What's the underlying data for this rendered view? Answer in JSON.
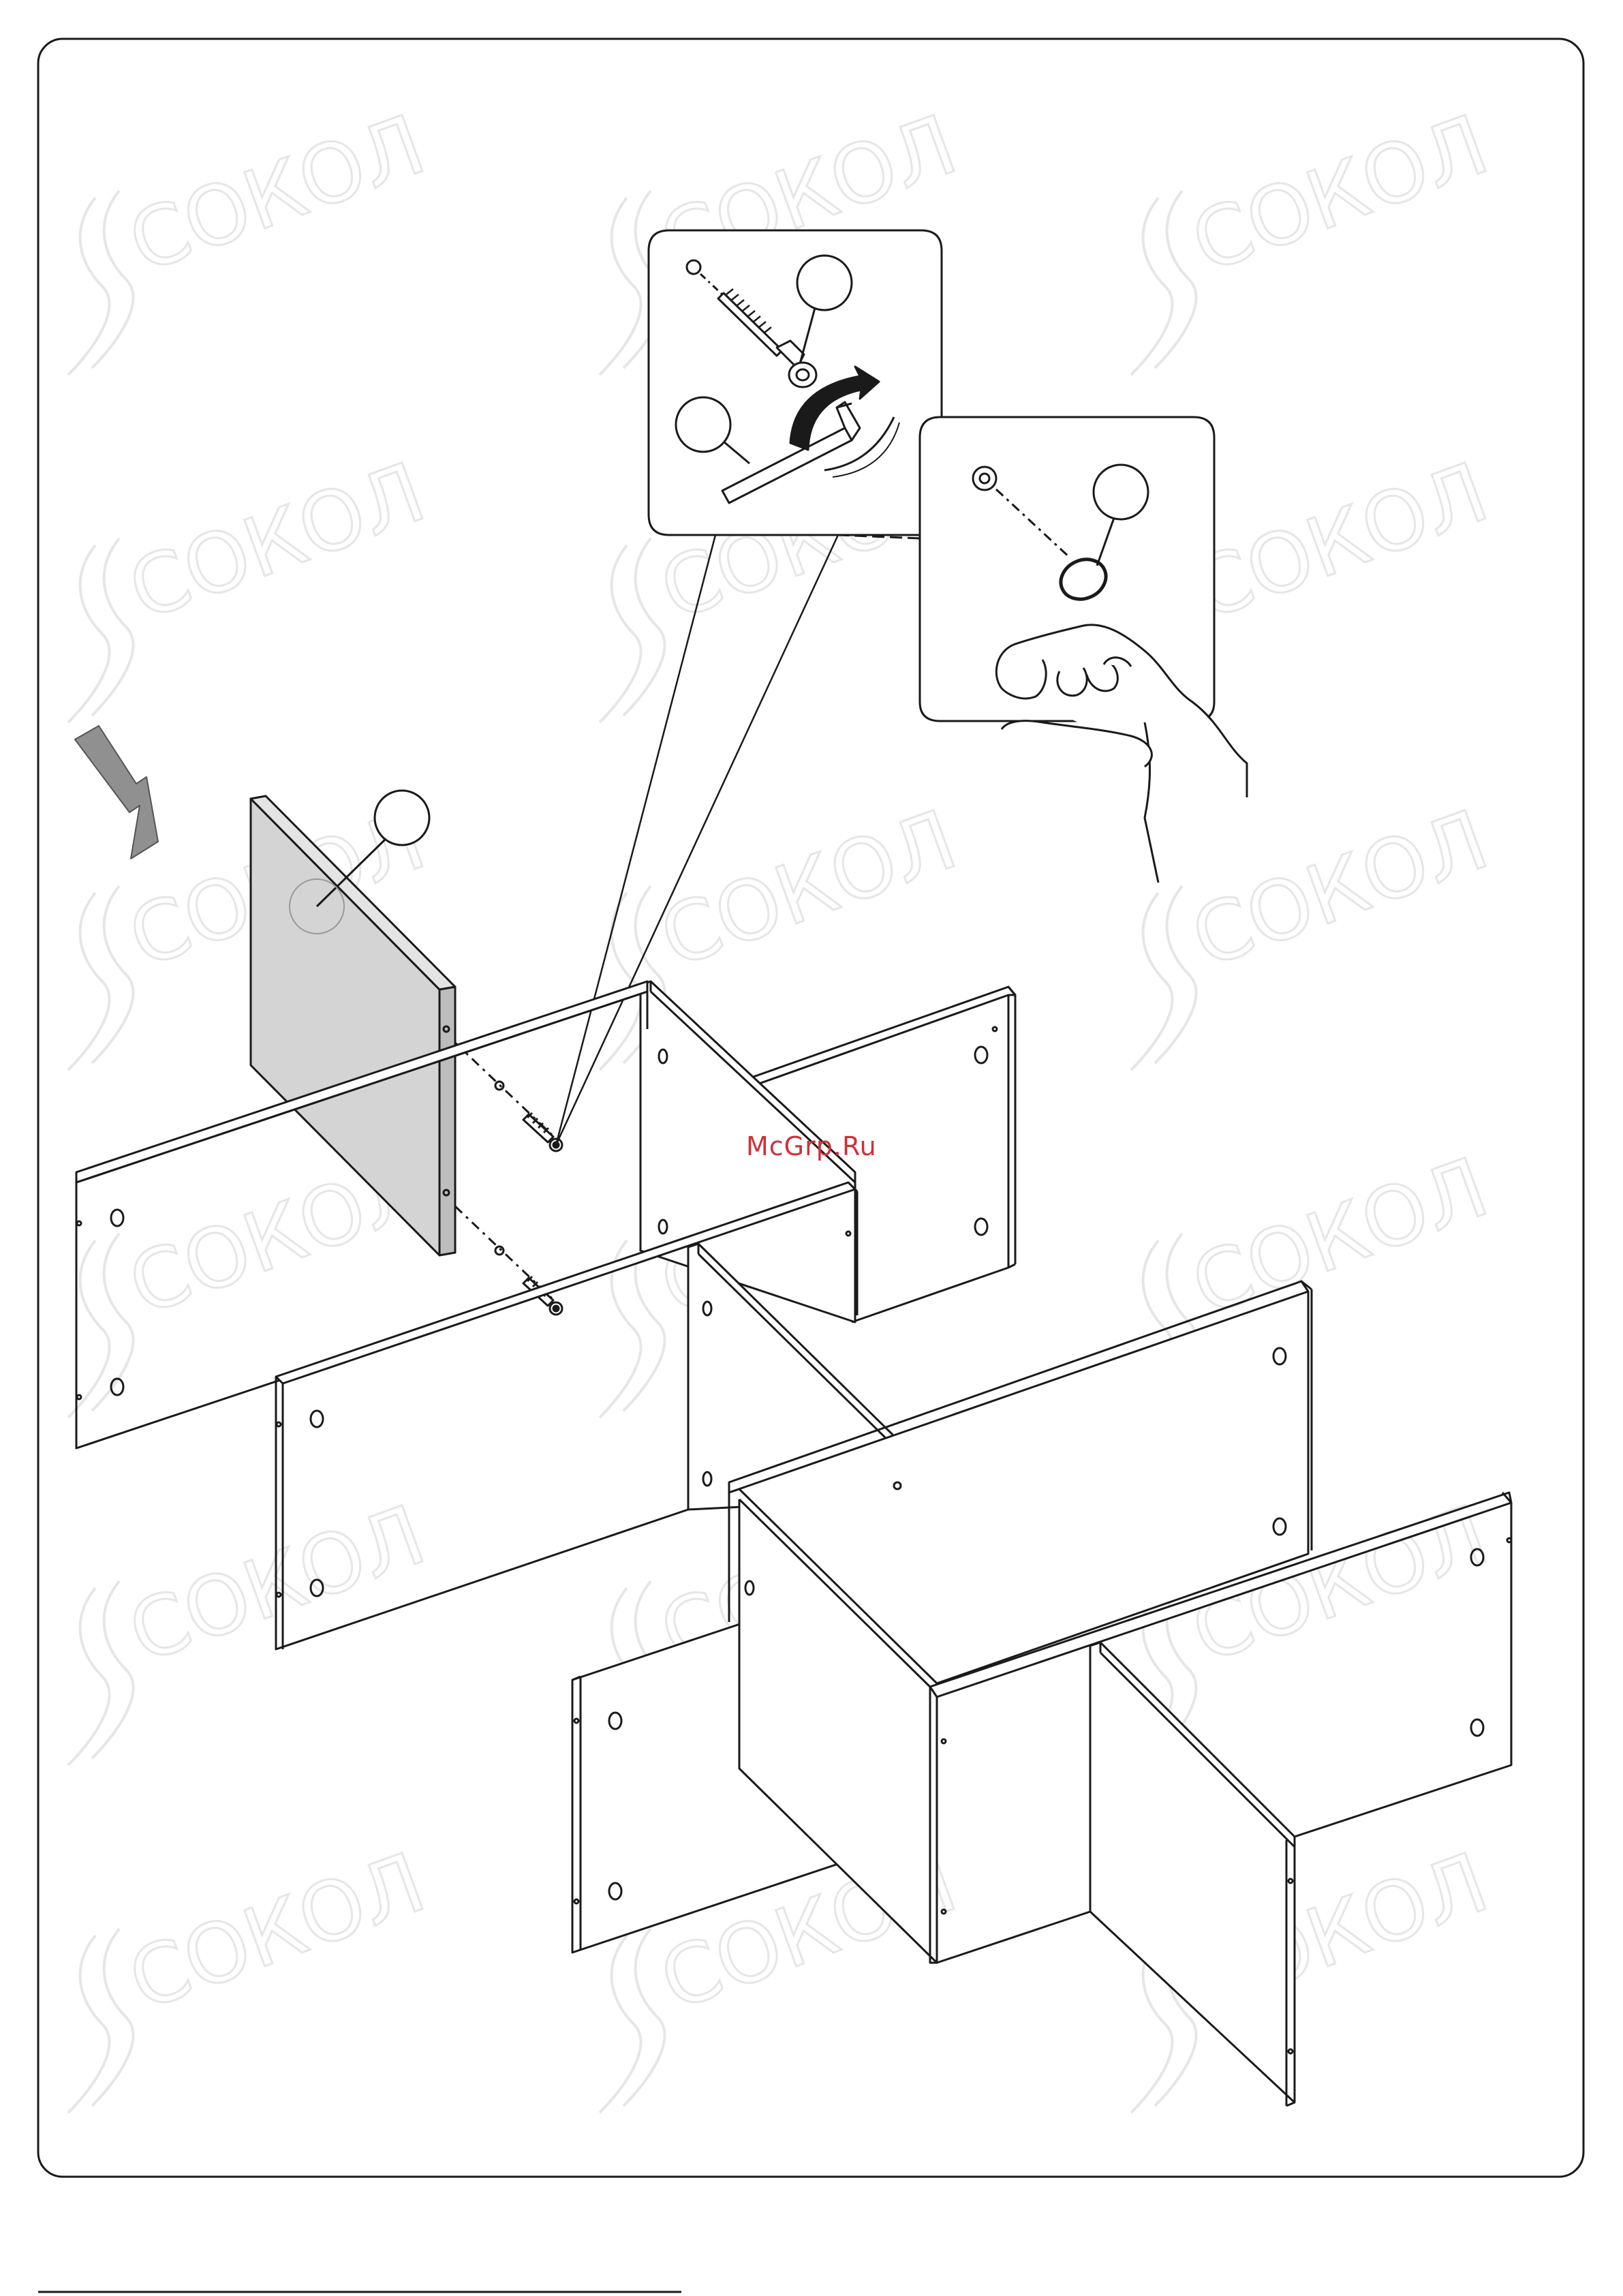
{
  "watermark": {
    "brand_text": "СОКОЛ"
  },
  "site_mark": {
    "text": "McGrp.Ru"
  },
  "callouts": [
    {
      "id": "screw-callout",
      "label": ""
    },
    {
      "id": "hex-key-callout",
      "label": ""
    },
    {
      "id": "cap-callout",
      "label": ""
    },
    {
      "id": "panel-callout",
      "label": ""
    }
  ],
  "colors": {
    "line": "#1a1a1a",
    "panel_fill": "#d4d4d4",
    "arrow_fill": "#909090",
    "site_mark": "#d0303a"
  }
}
